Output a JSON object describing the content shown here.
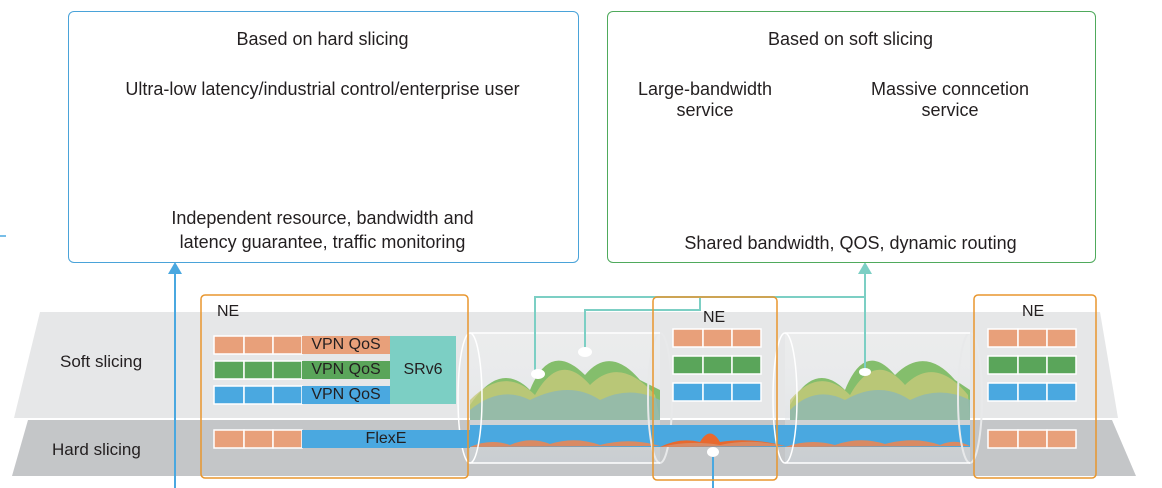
{
  "hard_panel": {
    "title": "Based on hard slicing",
    "subtitle": "Ultra-low latency/industrial control/enterprise user",
    "desc_line1": "Independent resource, bandwidth and",
    "desc_line2": "latency guarantee, traffic monitoring"
  },
  "soft_panel": {
    "title": "Based on soft slicing",
    "service1_line1": "Large-bandwidth",
    "service1_line2": "service",
    "service2_line1": "Massive conncetion",
    "service2_line2": "service",
    "desc": "Shared bandwidth, QOS, dynamic routing"
  },
  "layers": {
    "soft": "Soft slicing",
    "hard": "Hard slicing"
  },
  "ne": {
    "left": "NE",
    "middle": "NE",
    "right": "NE"
  },
  "bars": {
    "vpn1": "VPN QoS",
    "vpn2": "VPN QoS",
    "vpn3": "VPN QoS",
    "srv6": "SRv6",
    "flexe": "FlexE"
  },
  "colors": {
    "orange": "#e8a07a",
    "green": "#5aa55a",
    "blue": "#4aa8e0",
    "teal": "#7ccfc4",
    "panel_hard_border": "#4aa3d9",
    "panel_soft_border": "#4faa5c",
    "ne_border": "#e8962e"
  }
}
